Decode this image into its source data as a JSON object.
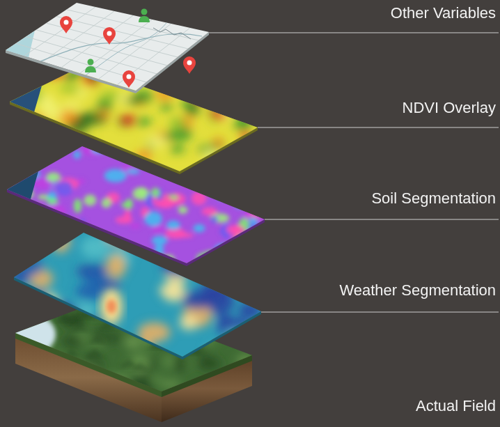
{
  "diagram": {
    "labels": [
      "Other Variables",
      "NDVI Overlay",
      "Soil Segmentation",
      "Weather Segmentation",
      "Actual Field"
    ]
  }
}
